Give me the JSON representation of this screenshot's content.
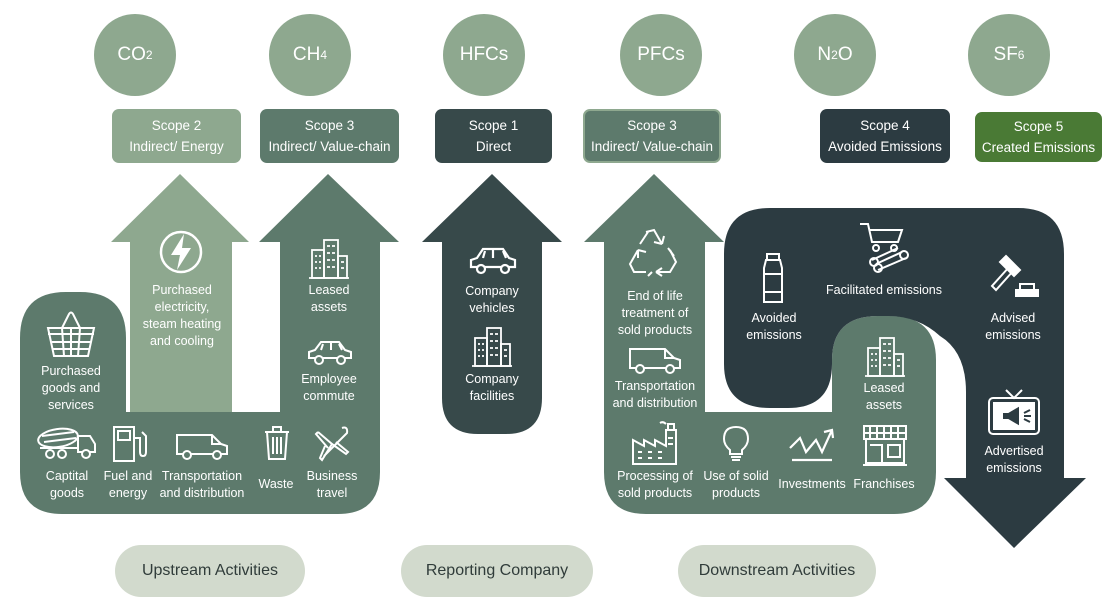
{
  "gases": [
    {
      "base": "CO",
      "sub": "2"
    },
    {
      "base": "CH",
      "sub": "4"
    },
    {
      "base": "HFCs",
      "sub": ""
    },
    {
      "base": "PFCs",
      "sub": ""
    },
    {
      "base": "N",
      "sub": "2",
      "after": "O"
    },
    {
      "base": "SF",
      "sub": "6"
    }
  ],
  "scopes": [
    {
      "title": "Scope 2",
      "subtitle": "Indirect/ Energy",
      "color": "#8ea88f"
    },
    {
      "title": "Scope 3",
      "subtitle": "Indirect/ Value-chain",
      "color": "#5d7a6c"
    },
    {
      "title": "Scope 1",
      "subtitle": "Direct",
      "color": "#37494a"
    },
    {
      "title": "Scope 3",
      "subtitle": "Indirect/ Value-chain",
      "color": "#5d7a6c"
    },
    {
      "title": "Scope 4",
      "subtitle": "Avoided Emissions",
      "color": "#2c3b41"
    },
    {
      "title": "Scope 5",
      "subtitle": "Created Emissions",
      "color": "#4a7a35"
    }
  ],
  "upstream": {
    "purchased_goods": [
      "Purchased",
      "goods and",
      "services"
    ],
    "capital_goods": [
      "Captital",
      "goods"
    ],
    "fuel_energy": [
      "Fuel and",
      "energy"
    ],
    "transport": [
      "Transportation",
      "and distribution"
    ],
    "waste": [
      "Waste"
    ],
    "business_travel": [
      "Business",
      "travel"
    ],
    "electricity": [
      "Purchased",
      "electricity,",
      "steam heating",
      "and cooling"
    ],
    "leased_assets": [
      "Leased",
      "assets"
    ],
    "employee_commute": [
      "Employee",
      "commute"
    ]
  },
  "reporting": {
    "vehicles": [
      "Company",
      "vehicles"
    ],
    "facilities": [
      "Company",
      "facilities"
    ]
  },
  "downstream": {
    "end_of_life": [
      "End of life",
      "treatment of",
      "sold products"
    ],
    "transport": [
      "Transportation",
      "and distribution"
    ],
    "processing": [
      "Processing of",
      "sold products"
    ],
    "use": [
      "Use of solid",
      "products"
    ],
    "investments": [
      "Investments"
    ],
    "franchises": [
      "Franchises"
    ],
    "leased_assets": [
      "Leased",
      "assets"
    ]
  },
  "scope45": {
    "avoided": [
      "Avoided",
      "emissions"
    ],
    "facilitated": [
      "Facilitated emissions"
    ],
    "advised": [
      "Advised",
      "emissions"
    ],
    "advertised": [
      "Advertised",
      "emissions"
    ]
  },
  "categories": {
    "upstream": "Upstream Activities",
    "reporting": "Reporting Company",
    "downstream": "Downstream Activities"
  },
  "icons": [
    "basket-icon",
    "lightning-icon",
    "building-icon",
    "car-icon",
    "cement-truck-icon",
    "fuel-pump-icon",
    "van-icon",
    "trash-icon",
    "airplane-icon",
    "recycle-icon",
    "factory-icon",
    "lightbulb-icon",
    "chart-arrow-icon",
    "storefront-icon",
    "bottle-icon",
    "cart-logs-icon",
    "gavel-icon",
    "tv-megaphone-icon"
  ]
}
